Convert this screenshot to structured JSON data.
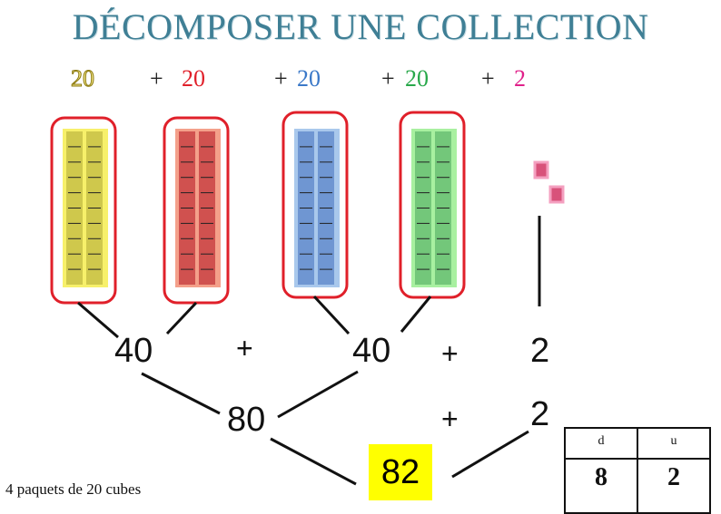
{
  "title": "DÉCOMPOSER UNE COLLECTION",
  "top_row": [
    {
      "text": "20",
      "color": "#d8c75a",
      "outline": true
    },
    {
      "text": "+",
      "color": "#222222"
    },
    {
      "text": "20",
      "color": "#e0202a"
    },
    {
      "text": "+",
      "color": "#222222"
    },
    {
      "text": "20",
      "color": "#3a78c8"
    },
    {
      "text": "+",
      "color": "#222222"
    },
    {
      "text": "20",
      "color": "#28a84a"
    },
    {
      "text": "+",
      "color": "#222222"
    },
    {
      "text": "2",
      "color": "#e0208a"
    }
  ],
  "packs": [
    {
      "name": "yellow",
      "fill": "#cfc84c",
      "bg": "#f7f06a"
    },
    {
      "name": "red",
      "fill": "#d0514f",
      "bg": "#f4a08a"
    },
    {
      "name": "blue",
      "fill": "#6f96d2",
      "bg": "#a9c8ec"
    },
    {
      "name": "green",
      "fill": "#73c77a",
      "bg": "#a8f0a0"
    }
  ],
  "single_cube_color": "#d8527a",
  "sums": {
    "left": "40",
    "middle_plus": "+",
    "right": "40",
    "right_plus": "+",
    "units": "2",
    "eighty": "80",
    "lower_plus": "+",
    "lower_units": "2",
    "result": "82"
  },
  "caption": "4 paquets de 20 cubes",
  "place_value": {
    "headers": [
      "d",
      "u"
    ],
    "values": [
      "8",
      "2"
    ]
  }
}
